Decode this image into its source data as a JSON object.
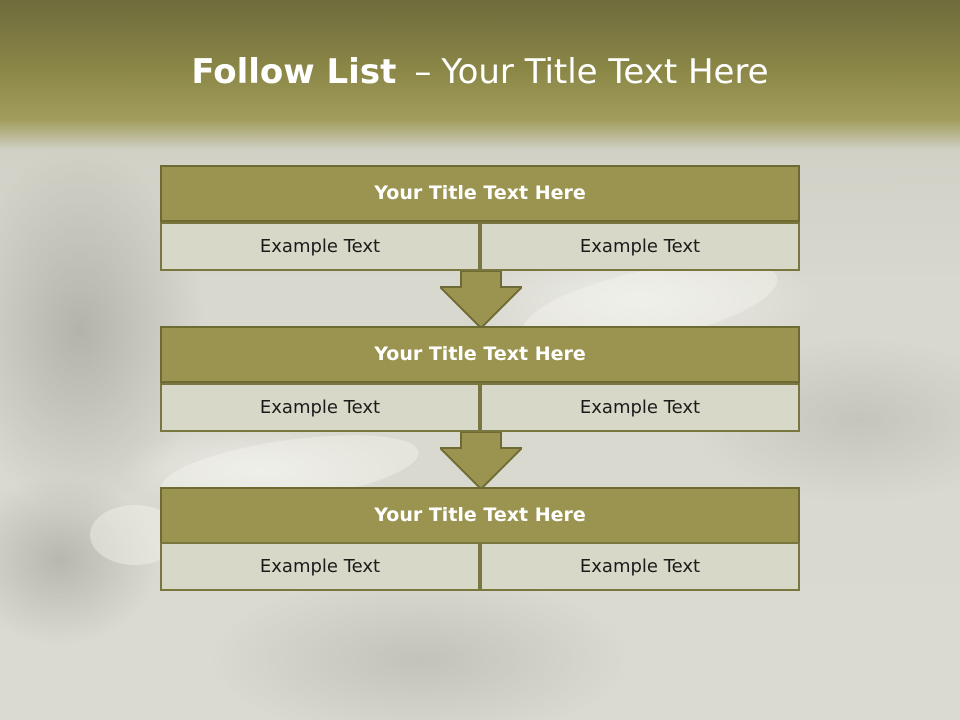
{
  "slide": {
    "title_bold": "Follow List",
    "title_separator": "–",
    "title_rest": "Your Title Text Here"
  },
  "blocks": [
    {
      "title": "Your Title Text Here",
      "left": "Example Text",
      "right": "Example Text"
    },
    {
      "title": "Your Title Text Here",
      "left": "Example Text",
      "right": "Example Text"
    },
    {
      "title": "Your Title Text Here",
      "left": "Example Text",
      "right": "Example Text"
    }
  ],
  "colors": {
    "header": "#8a8646",
    "block_title": "#9a9450",
    "cell": "#d8d8c8",
    "border": "#6e6a33"
  }
}
